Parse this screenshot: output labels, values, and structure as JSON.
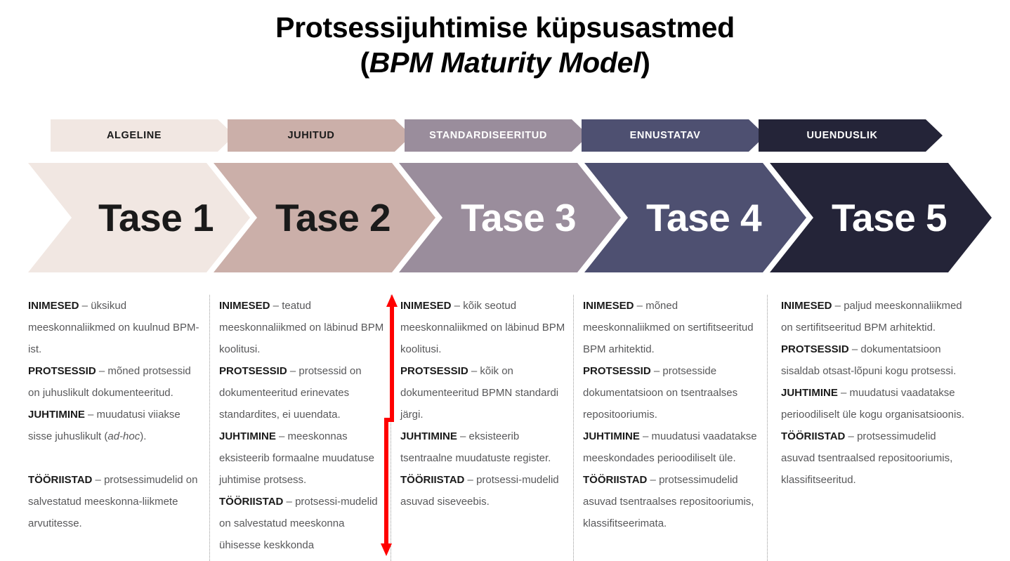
{
  "title": {
    "line1": "Protsessijuhtimise küpsusastmed",
    "line2_open": "(",
    "line2_em": "BPM Maturity Model",
    "line2_close": ")"
  },
  "colors": {
    "level1": "#F1E7E2",
    "level2": "#CBAFA9",
    "level3": "#9A8D9C",
    "level4": "#4E5071",
    "level5": "#242438",
    "accent_arrow": "#FF0000",
    "body_text": "#58585A",
    "heading_text": "#1A1A1A"
  },
  "stages": [
    {
      "banner_label": "ALGELINE",
      "level_label": "Tase 1",
      "fill": "#F1E7E2",
      "banner_text_color": "#1A1A1A",
      "level_text_color": "#1A1A1A",
      "details": [
        {
          "term": "INIMESED",
          "dash": " – ",
          "text": "üksikud meeskonnaliikmed on kuulnud BPM-ist."
        },
        {
          "term": "PROTSESSID",
          "dash": " – ",
          "text": "mõned protsessid on juhuslikult dokumenteeritud."
        },
        {
          "term": "JUHTIMINE",
          "dash": " – ",
          "text": "muudatusi viiakse sisse juhuslikult (",
          "em": "ad-hoc",
          "text_after": ")."
        },
        {
          "term": "TÖÖRIISTAD",
          "dash": " – ",
          "text": "protsessimudelid on salvestatud meeskonna-liikmete arvutitesse."
        }
      ]
    },
    {
      "banner_label": "JUHITUD",
      "level_label": "Tase 2",
      "fill": "#CBAFA9",
      "banner_text_color": "#1A1A1A",
      "level_text_color": "#1A1A1A",
      "details": [
        {
          "term": "INIMESED",
          "dash": " – ",
          "text": "teatud meeskonnaliikmed on läbinud BPM koolitusi."
        },
        {
          "term": "PROTSESSID",
          "dash": " – ",
          "text": "protsessid on dokumenteeritud erinevates standardites, ei uuendata."
        },
        {
          "term": "JUHTIMINE",
          "dash": " – ",
          "text": "meeskonnas eksisteerib formaalne muudatuse juhtimise protsess."
        },
        {
          "term": "TÖÖRIISTAD",
          "dash": " – ",
          "text": "protsessi-mudelid on salvestatud meeskonna ühisesse keskkonda"
        }
      ]
    },
    {
      "banner_label": "STANDARDISEERITUD",
      "level_label": "Tase 3",
      "fill": "#9A8D9C",
      "banner_text_color": "#FFFFFF",
      "level_text_color": "#FFFFFF",
      "details": [
        {
          "term": "INIMESED",
          "dash": " – ",
          "text": "kõik seotud meeskonnaliikmed on läbinud BPM koolitusi."
        },
        {
          "term": "PROTSESSID",
          "dash": " – ",
          "text": "kõik on dokumenteeritud BPMN standardi järgi."
        },
        {
          "term": "JUHTIMINE",
          "dash": " – ",
          "text": "eksisteerib tsentraalne muudatuste register."
        },
        {
          "term": "TÖÖRIISTAD",
          "dash": " – ",
          "text": "protsessi-mudelid asuvad siseveebis."
        }
      ]
    },
    {
      "banner_label": "ENNUSTATAV",
      "level_label": "Tase 4",
      "fill": "#4E5071",
      "banner_text_color": "#FFFFFF",
      "level_text_color": "#FFFFFF",
      "details": [
        {
          "term": "INIMESED",
          "dash": " – ",
          "text": "mõned meeskonnaliikmed on sertifitseeritud BPM arhitektid."
        },
        {
          "term": "PROTSESSID",
          "dash": " – ",
          "text": "protsesside dokumentatsioon on tsentraalses repositooriumis."
        },
        {
          "term": "JUHTIMINE",
          "dash": " – ",
          "text": "muudatusi vaadatakse meeskondades perioodiliselt üle."
        },
        {
          "term": "TÖÖRIISTAD",
          "dash": " – ",
          "text": "protsessimudelid asuvad tsentraalses repositooriumis, klassifitseerimata."
        }
      ]
    },
    {
      "banner_label": "UUENDUSLIK",
      "level_label": "Tase 5",
      "fill": "#242438",
      "banner_text_color": "#FFFFFF",
      "level_text_color": "#FFFFFF",
      "details": [
        {
          "term": "INIMESED",
          "dash": " – ",
          "text": "paljud meeskonnaliikmed on sertifitseeritud BPM arhitektid."
        },
        {
          "term": "PROTSESSID",
          "dash": " – ",
          "text": "dokumentatsioon sisaldab otsast-lõpuni kogu protsessi."
        },
        {
          "term": "JUHTIMINE",
          "dash": " – ",
          "text": "muudatusi vaadatakse perioodiliselt üle kogu organisatsioonis."
        },
        {
          "term": "TÖÖRIISTAD",
          "dash": " – ",
          "text": "protsessimudelid asuvad tsentraalsed repositooriumis, klassifitseeritud."
        }
      ]
    }
  ],
  "annotation": {
    "arrow_name": "vertical-double-headed-arrow",
    "color": "#FF0000"
  }
}
